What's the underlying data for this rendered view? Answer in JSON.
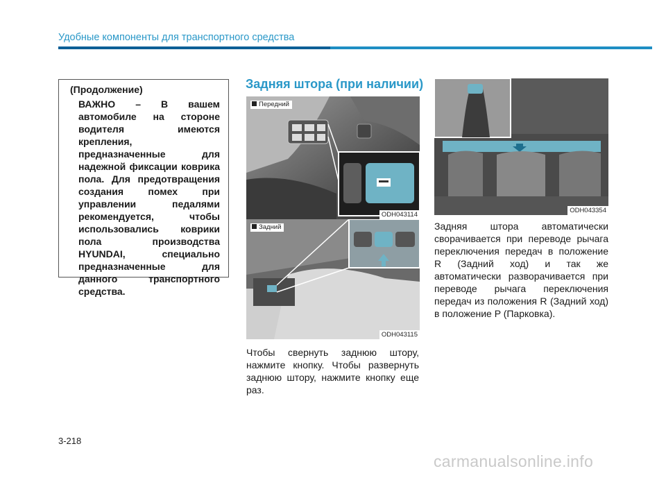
{
  "header": {
    "title": "Удобные компоненты для транспортного средства",
    "accent_color": "#1e8ec3"
  },
  "note": {
    "heading": "(Продолжение)",
    "text": "ВАЖНО – В вашем автомобиле на стороне водителя имеются крепления, предназначенные для надежной фиксации коврика пола. Для предотвращения создания помех при управлении педалями рекомендуется, чтобы использовались коврики пола производства HYUNDAI, специально предназначенные для данного транспортного средства."
  },
  "section": {
    "title": "Задняя штора (при наличии)"
  },
  "figures": {
    "front": {
      "label": "Передний",
      "code": "ODH043114"
    },
    "rear": {
      "label": "Задний",
      "code": "ODH043115"
    },
    "shift": {
      "code": "ODH043354"
    }
  },
  "paragraphs": {
    "middle": "Чтобы свернуть заднюю штору, нажмите кнопку. Чтобы развернуть заднюю штору, нажмите кнопку еще раз.",
    "right": "Задняя штора автоматически сворачивается при переводе рычага переключения передач в положение R (Задний ход) и так же автоматически разворачивается при переводе рычага переключения передач из положения R (Задний ход) в положение P (Парковка)."
  },
  "page_number": "3-218",
  "watermark": "carmanualsonline.info"
}
